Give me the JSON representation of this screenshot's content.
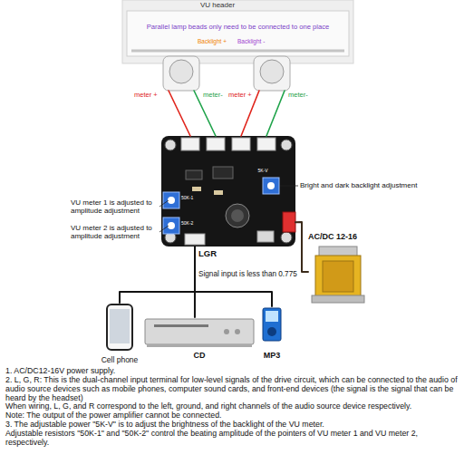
{
  "diagram": {
    "nodes": [
      {
        "text": [
          "VU header",
          "Parallel lamp beads only need to be connected to one place"
        ]
      },
      {
        "text": [
          "5K-V",
          "50K-1",
          "50K-2"
        ]
      },
      {
        "text": [
          "AC/DC 12-16"
        ]
      },
      {
        "text": [
          "Cell phone"
        ]
      },
      {
        "text": [
          "CD"
        ]
      },
      {
        "text": [
          "MP3"
        ]
      }
    ],
    "edges": [
      {
        "from": 0,
        "to": 1,
        "arrow": "none",
        "label": "meter +"
      },
      {
        "from": 0,
        "to": 1,
        "arrow": "none",
        "label": "meter-"
      },
      {
        "from": 0,
        "to": 1,
        "arrow": "none",
        "label": "meter +"
      },
      {
        "from": 0,
        "to": 1,
        "arrow": "none",
        "label": "meter-"
      },
      {
        "from": 2,
        "to": 1,
        "arrow": "none"
      },
      {
        "from": 1,
        "to": 3,
        "arrow": "none"
      },
      {
        "from": 1,
        "to": 4,
        "arrow": "none",
        "label": "Signal input is less than 0.775"
      },
      {
        "from": 1,
        "to": 5,
        "arrow": "none"
      }
    ],
    "labels": [
      "Backlight +",
      "Backlight -",
      "Bright and dark backlight adjustment",
      "VU meter 1 is adjusted to amplitude adjustment",
      "VU meter 2 is adjusted to amplitude adjustment",
      "LGR",
      "1. AC/DC12-16V power supply.",
      "2. L, G, R: This is the dual-channel input terminal for low-level signals of the drive circuit, which can be connected to the audio of audio source devices such as mobile phones, computer sound cards, and front-end devices (the signal is the signal that can be heard by the headset)",
      "When wiring, L, G, and R correspond to the left, ground, and right channels of the audio source device respectively.",
      "Note: The output of the power amplifier cannot be connected.",
      "3. The adjustable power \"5K-V\" is to adjust the brightness of the backlight of the VU meter.",
      "Adjustable resistors \"50K-1\" and \"50K-2\" control the beating amplitude of the pointers of VU meter 1 and VU meter 2, respectively."
    ]
  }
}
